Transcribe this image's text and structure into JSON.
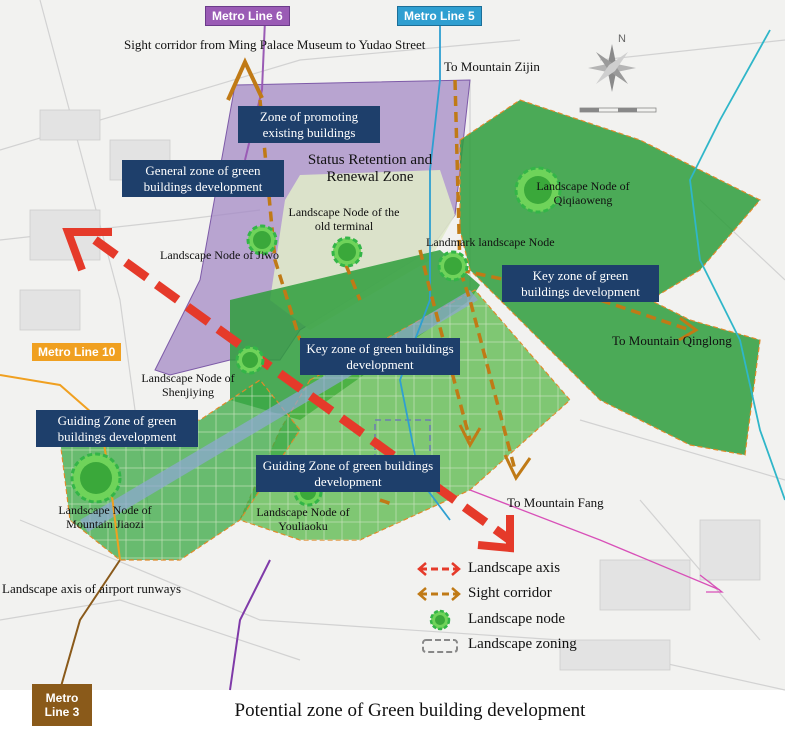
{
  "metro_lines": {
    "line6": {
      "label": "Metro Line 6",
      "color": "#9a5bb5"
    },
    "line5": {
      "label": "Metro Line 5",
      "color": "#2f9fd1"
    },
    "line10": {
      "label": "Metro Line 10",
      "color": "#f0a020"
    },
    "line3": {
      "label": "Metro Line 3",
      "color": "#8a5a1a"
    }
  },
  "labels": {
    "sight_corridor_top": "Sight corridor from Ming Palace Museum to Yudao Street",
    "to_zijin": "To Mountain Zijin",
    "to_qinglong": "To Mountain Qinglong",
    "to_fang": "To Mountain Fang",
    "status_retention": "Status Retention and Renewal Zone",
    "node_old_terminal": "Landscape Node of the old terminal",
    "node_jiwo": "Landscape Node of Jiwo",
    "node_qiqiaoweng": "Landscape Node of Qiqiaoweng",
    "landmark_node": "Landmark landscape Node",
    "node_shenjiying": "Landscape Node of Shenjiying",
    "node_jiaozi": "Landscape Node of Mountain Jiaozi",
    "node_youliaoku": "Landscape Node of Youliaoku",
    "axis_runways": "Landscape axis of airport runways"
  },
  "zones": {
    "promoting": "Zone of promoting existing buildings",
    "general": "General zone of green buildings development",
    "key_east": "Key zone of green buildings development",
    "key_center": "Key zone of green buildings development",
    "guiding_west": "Guiding Zone of green buildings development",
    "guiding_south": "Guiding Zone of green buildings development"
  },
  "legend": {
    "axis": "Landscape axis",
    "corridor": "Sight corridor",
    "node": "Landscape node",
    "zoning": "Landscape zoning"
  },
  "colors": {
    "axis": "#e53a2a",
    "corridor": "#c07a16",
    "node_green": "#34b548",
    "zone_box": "#1e3f6b",
    "green_zone": "#2e9d3c",
    "purple_zone": "#a48ac6"
  },
  "caption": "Potential zone of Green building development"
}
